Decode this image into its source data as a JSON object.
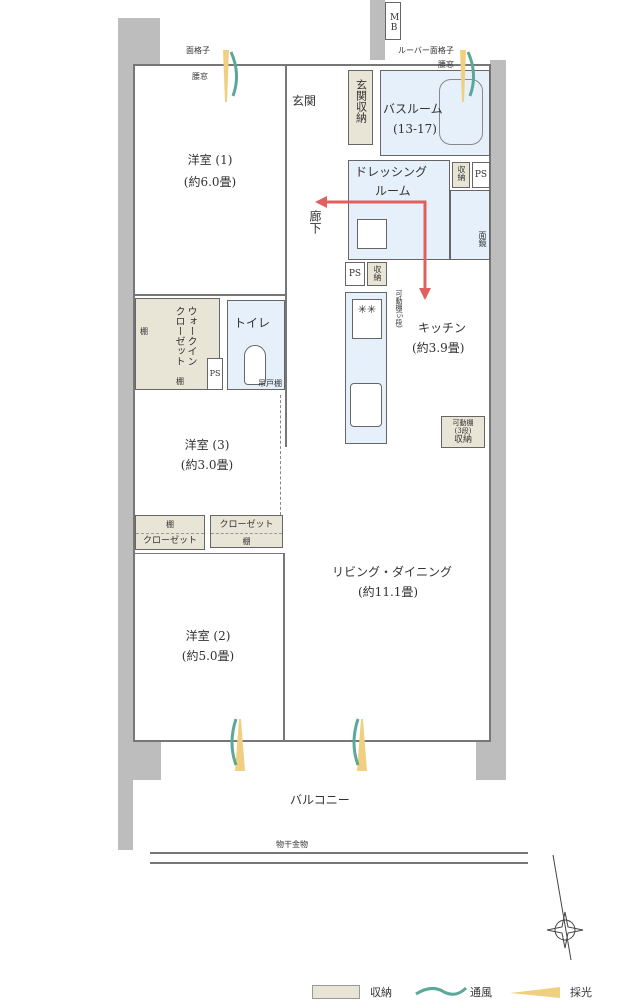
{
  "rooms": {
    "western1": {
      "name": "洋室 (1)",
      "size": "(約6.0畳)"
    },
    "western2": {
      "name": "洋室 (2)",
      "size": "(約5.0畳)"
    },
    "western3": {
      "name": "洋室 (3)",
      "size": "(約3.0畳)"
    },
    "entrance": "玄関",
    "entrance_storage": "玄関収納",
    "bathroom": {
      "name": "バスルーム",
      "size": "(13-17)"
    },
    "dressing": {
      "name": "ドレッシング",
      "name2": "ルーム"
    },
    "hallway": "廊下",
    "toilet": "トイレ",
    "kitchen": {
      "name": "キッチン",
      "size": "(約3.9畳)"
    },
    "living": {
      "name": "リビング・ダイニング",
      "size": "(約11.1畳)"
    },
    "balcony": "バルコニー",
    "walk_in_closet": "ウォークインクローゼット",
    "closet": "クローゼット",
    "mb": "MB"
  },
  "small_labels": {
    "storage": "収納",
    "ps": "PS",
    "shelf": "棚",
    "washbasin": "面鏡",
    "toilet_shelf": "吊戸棚",
    "movable_shelf_5": "可動棚(5段)",
    "movable_shelf_3": "可動棚",
    "three_tier": "(3段)",
    "grille": "面格子",
    "louver_grille": "ルーバー面格子",
    "waist_window": "腰窓",
    "laundry_hardware": "物干金物"
  },
  "legend": [
    {
      "label": "収納",
      "color": "#e9e5d6"
    },
    {
      "label": "通風",
      "color": "#5aa89a"
    },
    {
      "label": "採光",
      "color": "#f0d080"
    }
  ],
  "colors": {
    "arrow": "#e06060",
    "wall": "#bdbdbd",
    "wet": "#e6f0fa"
  }
}
